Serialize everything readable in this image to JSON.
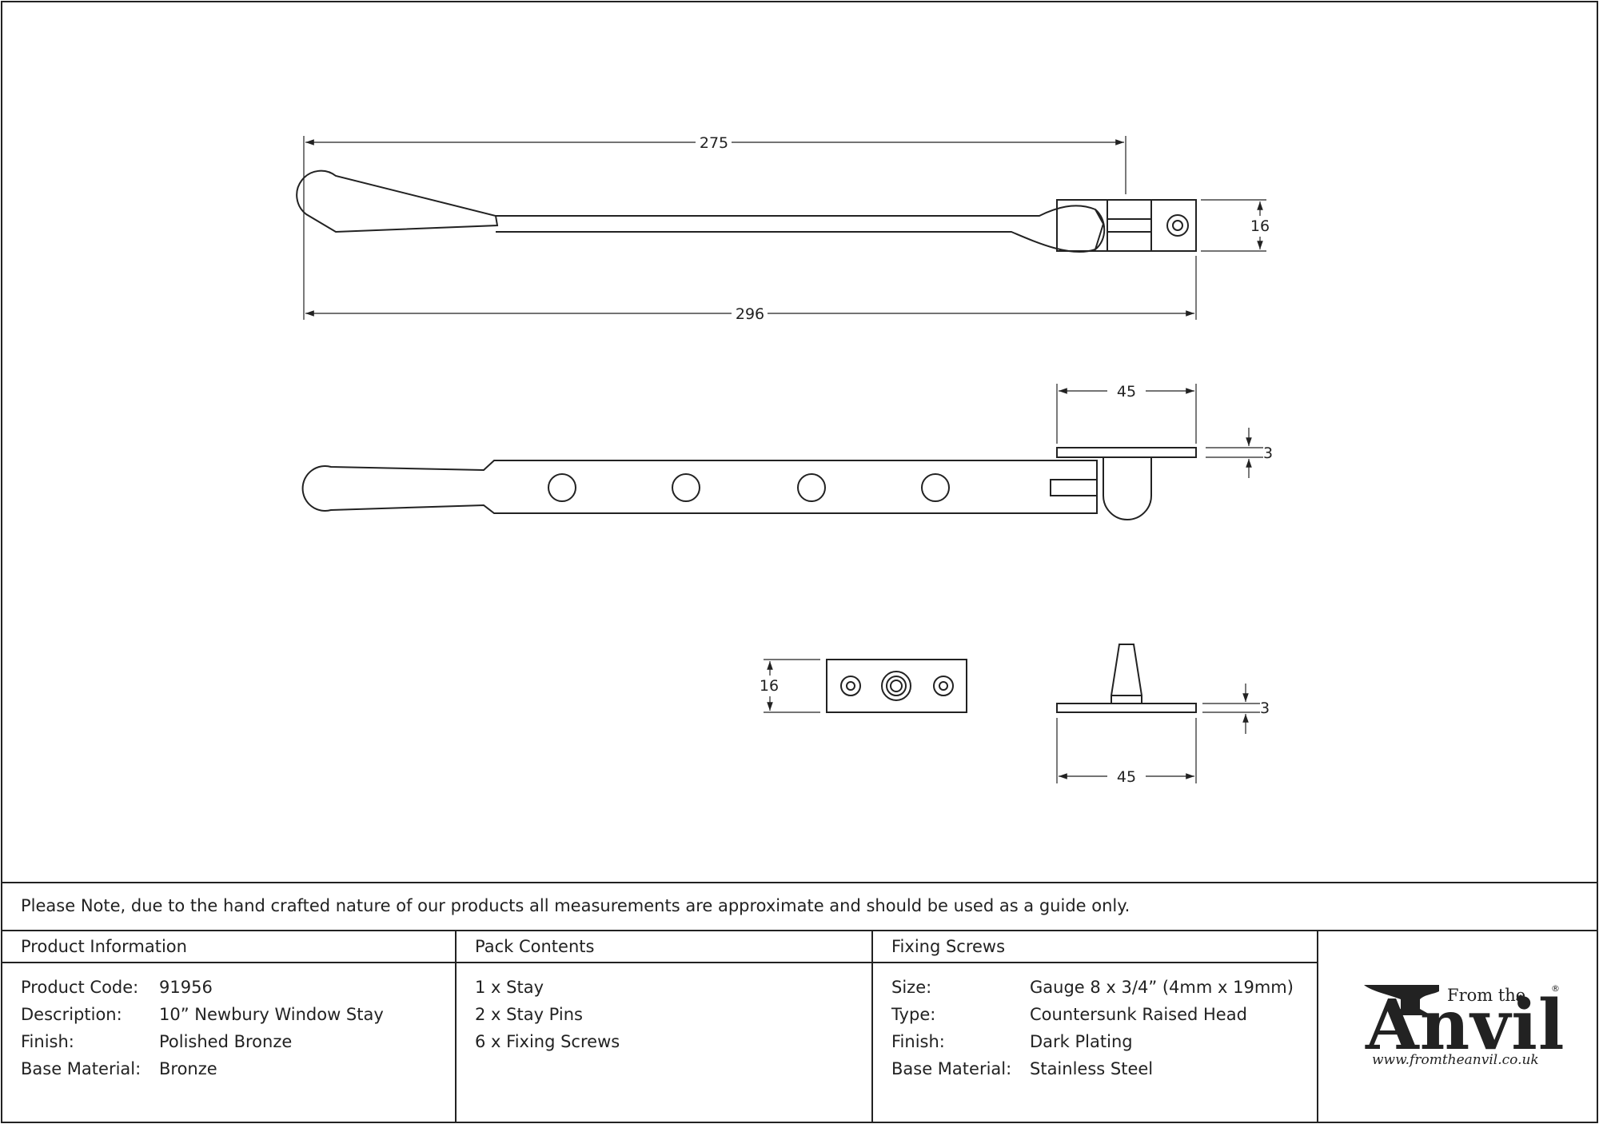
{
  "dimensions": {
    "top_length": "275",
    "overall_length": "296",
    "top_height": "16",
    "side_plate_width": "45",
    "side_plate_thickness": "3",
    "pin_plate_height": "16",
    "pin_plate_thickness": "3",
    "pin_plate_width": "45"
  },
  "note": "Please Note, due to the hand crafted nature of our products all measurements are approximate and should be used as a guide only.",
  "product_info": {
    "heading": "Product Information",
    "rows": [
      {
        "label": "Product Code:",
        "value": "91956"
      },
      {
        "label": "Description:",
        "value": "10” Newbury Window Stay"
      },
      {
        "label": "Finish:",
        "value": "Polished Bronze"
      },
      {
        "label": "Base Material:",
        "value": "Bronze"
      }
    ]
  },
  "pack_contents": {
    "heading": "Pack Contents",
    "items": [
      "1 x Stay",
      "2 x Stay Pins",
      "6 x Fixing Screws"
    ]
  },
  "fixing_screws": {
    "heading": "Fixing Screws",
    "rows": [
      {
        "label": "Size:",
        "value": "Gauge 8 x 3/4” (4mm x 19mm)"
      },
      {
        "label": "Type:",
        "value": "Countersunk Raised Head"
      },
      {
        "label": "Finish:",
        "value": "Dark Plating"
      },
      {
        "label": "Base Material:",
        "value": "Stainless Steel"
      }
    ]
  },
  "logo": {
    "small_text": "From the",
    "big_text": "Anvil",
    "url": "www.fromtheanvil.co.uk",
    "registered": "®"
  },
  "colors": {
    "line": "#222222",
    "background": "#ffffff"
  }
}
